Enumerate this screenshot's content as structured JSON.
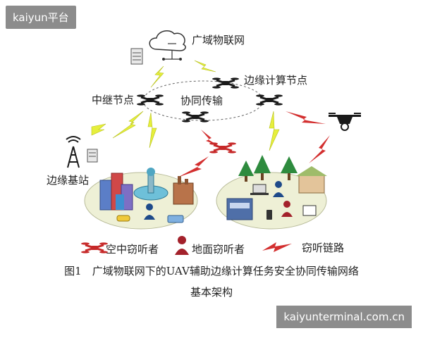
{
  "watermarks": {
    "top": "kaiyun平台",
    "bottom": "kaiyunterminal.com.cn"
  },
  "labels": {
    "wan": "广域物联网",
    "edge_compute_node": "边缘计算节点",
    "relay_node": "中继节点",
    "cooperative_transmission": "协同传输",
    "edge_base_station": "边缘基站"
  },
  "legend": {
    "air_eavesdropper": "空中窃听者",
    "ground_eavesdropper": "地面窃听者",
    "eavesdrop_link": "窃听链路"
  },
  "caption": {
    "line1": "图1　广域物联网下的UAV辅助边缘计算任务安全协同传输网络",
    "line2": "基本架构"
  },
  "colors": {
    "eavesdropper": "#d32f2f",
    "link_lightning": "#e6ef3c",
    "area_fill": "#f0f2d6",
    "drone": "#1a1a1a"
  },
  "icons": [
    "cloud-icon",
    "server-icon",
    "drone-icon",
    "tower-icon",
    "building-icon",
    "tree-icon",
    "person-icon",
    "lightning-icon"
  ]
}
